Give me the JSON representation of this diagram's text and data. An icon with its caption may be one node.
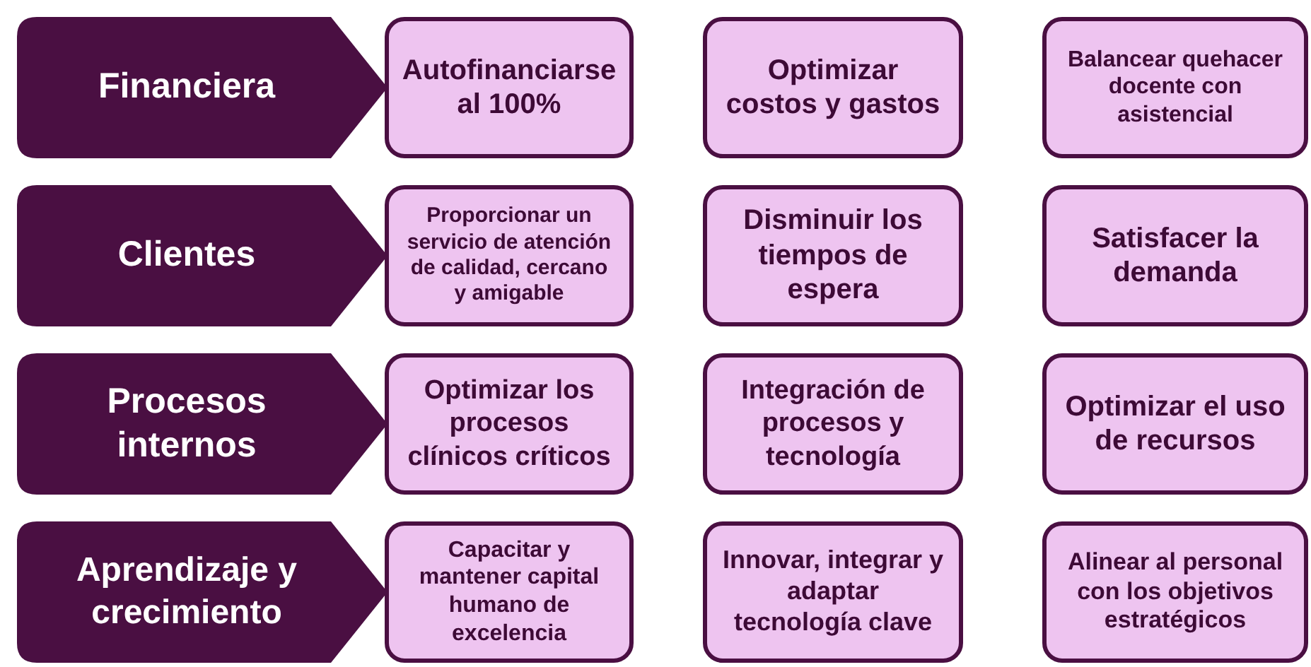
{
  "diagram": {
    "nodes": [
      {
        "text": [
          "Financiera"
        ]
      },
      {
        "text": [
          "Autofinanciarse al 100%"
        ]
      },
      {
        "text": [
          "Optimizar costos y gastos"
        ]
      },
      {
        "text": [
          "Balancear quehacer docente con asistencial"
        ]
      },
      {
        "text": [
          "Clientes"
        ]
      },
      {
        "text": [
          "Proporcionar un servicio de atención de calidad, cercano y amigable"
        ]
      },
      {
        "text": [
          "Disminuir los tiempos de espera"
        ]
      },
      {
        "text": [
          "Satisfacer la demanda"
        ]
      },
      {
        "text": [
          "Procesos internos"
        ]
      },
      {
        "text": [
          "Optimizar los procesos clínicos críticos"
        ]
      },
      {
        "text": [
          "Integración de procesos y tecnología"
        ]
      },
      {
        "text": [
          "Optimizar el uso de recursos"
        ]
      },
      {
        "text": [
          "Aprendizaje y crecimiento"
        ]
      },
      {
        "text": [
          "Capacitar y mantener capital humano de excelencia"
        ]
      },
      {
        "text": [
          "Innovar, integrar y adaptar tecnología clave"
        ]
      },
      {
        "text": [
          "Alinear al personal con los objetivos estratégicos"
        ]
      }
    ]
  }
}
